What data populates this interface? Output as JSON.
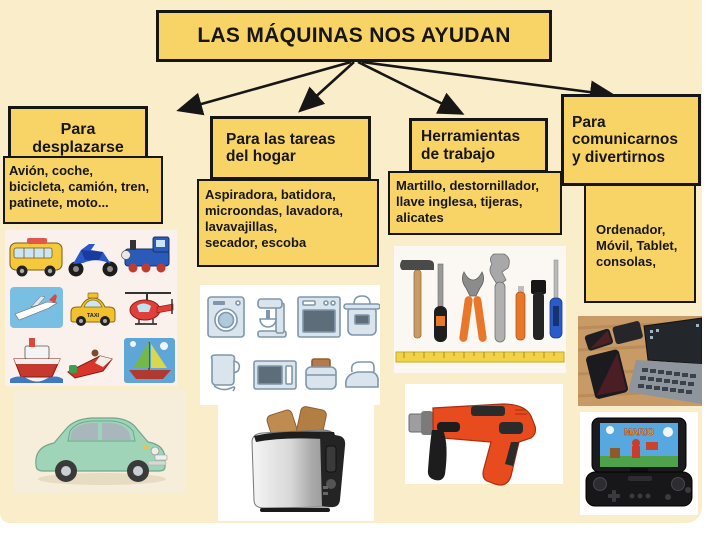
{
  "page": {
    "title": "LAS MÁQUINAS NOS AYUDAN"
  },
  "branches": [
    {
      "id": "desplazarse",
      "header": "Para\ndesplazarse",
      "items": "Avión, coche,\nbicicleta, camión, tren,\npatinete, moto..."
    },
    {
      "id": "tareas-hogar",
      "header": "Para las tareas\ndel hogar",
      "items": "Aspiradora, batidora,\nmicroondas, lavadora,\nlavavajillas,\nsecador, escoba"
    },
    {
      "id": "herramientas",
      "header": "Herramientas\nde trabajo",
      "items": "Martillo, destornillador,\nllave inglesa, tijeras,\nalicates"
    },
    {
      "id": "comunicarnos",
      "header": "Para\ncomunicarnos\ny divertirnos",
      "items": "Ordenador,\nMóvil, Tablet,\nconsolas,"
    }
  ],
  "images": {
    "vehicles": "clipart grid: bus, motorcycle, train, airplane, taxi, helicopter, ship, speedboat, sailboat",
    "classic_car": "photo: mint-green classic car",
    "appliances": "icon grid: washing machine, mixer, oven, pressure cooker, kettle, microwave, toaster, iron",
    "toaster": "photo: stainless toaster with two toasts",
    "tools": "photo: hammer, file, pliers, wrench, cutter, flashlight, screwdriver, tape measure",
    "drill": "photo: red power drill",
    "devices": "photo: laptop and smartphones on desk",
    "console": "photo: handheld game console with platform game",
    "taxi_label": "TAXI",
    "console_game_label": "MARIO"
  },
  "colors": {
    "box_fill": "#F8D467",
    "background": "#FAEDCA",
    "border": "#161616"
  }
}
